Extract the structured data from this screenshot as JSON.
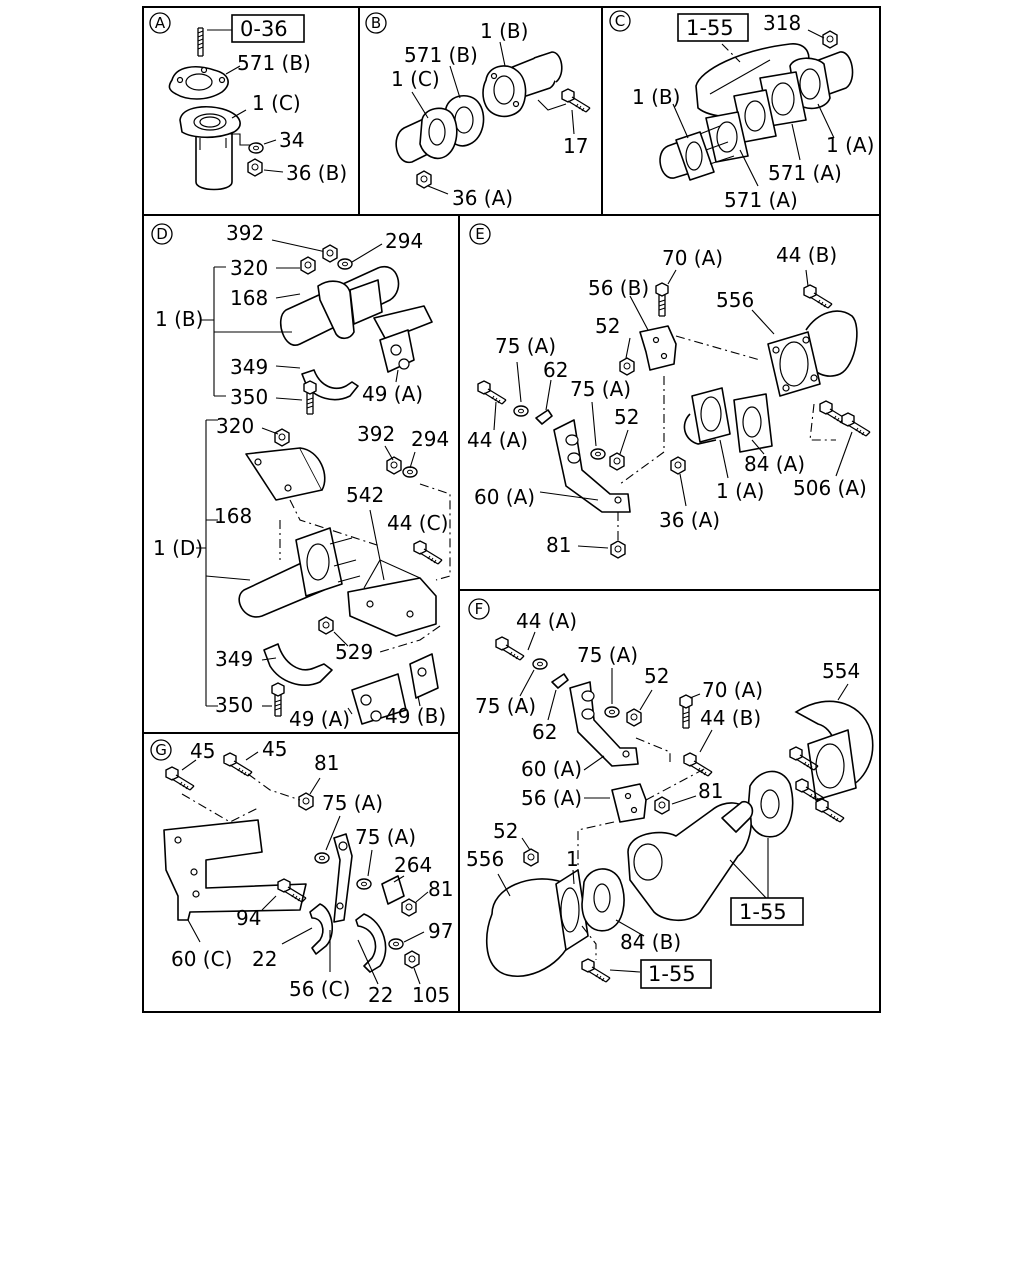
{
  "sections": [
    {
      "id": "A",
      "letter": "A"
    },
    {
      "id": "B",
      "letter": "B"
    },
    {
      "id": "C",
      "letter": "C"
    },
    {
      "id": "D",
      "letter": "D"
    },
    {
      "id": "E",
      "letter": "E"
    },
    {
      "id": "F",
      "letter": "F"
    },
    {
      "id": "G",
      "letter": "G"
    }
  ],
  "reference_tags": {
    "a_036": "0-36",
    "c_155": "1-55",
    "f_155_top": "1-55",
    "f_155_bottom": "1-55"
  },
  "callouts": {
    "a": [
      "571 (B)",
      "1 (C)",
      "34",
      "36 (B)"
    ],
    "b": [
      "1 (B)",
      "571 (B)",
      "1 (C)",
      "17",
      "36 (A)"
    ],
    "c": [
      "318",
      "1 (B)",
      "1 (A)",
      "571 (A)",
      "571 (A)"
    ],
    "d": [
      "392",
      "294",
      "320",
      "168",
      "1 (B)",
      "349",
      "350",
      "49 (A)",
      "320",
      "392",
      "294",
      "542",
      "168",
      "44 (C)",
      "1 (D)",
      "529",
      "349",
      "350",
      "49 (A)",
      "49 (B)"
    ],
    "e": [
      "70 (A)",
      "44 (B)",
      "56 (B)",
      "556",
      "52",
      "75 (A)",
      "62",
      "75 (A)",
      "52",
      "44 (A)",
      "84 (A)",
      "1 (A)",
      "506 (A)",
      "60 (A)",
      "36 (A)",
      "81"
    ],
    "f": [
      "44 (A)",
      "75 (A)",
      "52",
      "554",
      "70 (A)",
      "75 (A)",
      "44 (B)",
      "62",
      "60 (A)",
      "81",
      "56 (A)",
      "52",
      "556",
      "1",
      "84 (B)"
    ],
    "g": [
      "45",
      "45",
      "81",
      "75 (A)",
      "75 (A)",
      "264",
      "81",
      "94",
      "97",
      "60 (C)",
      "22",
      "56 (C)",
      "22",
      "105"
    ]
  }
}
